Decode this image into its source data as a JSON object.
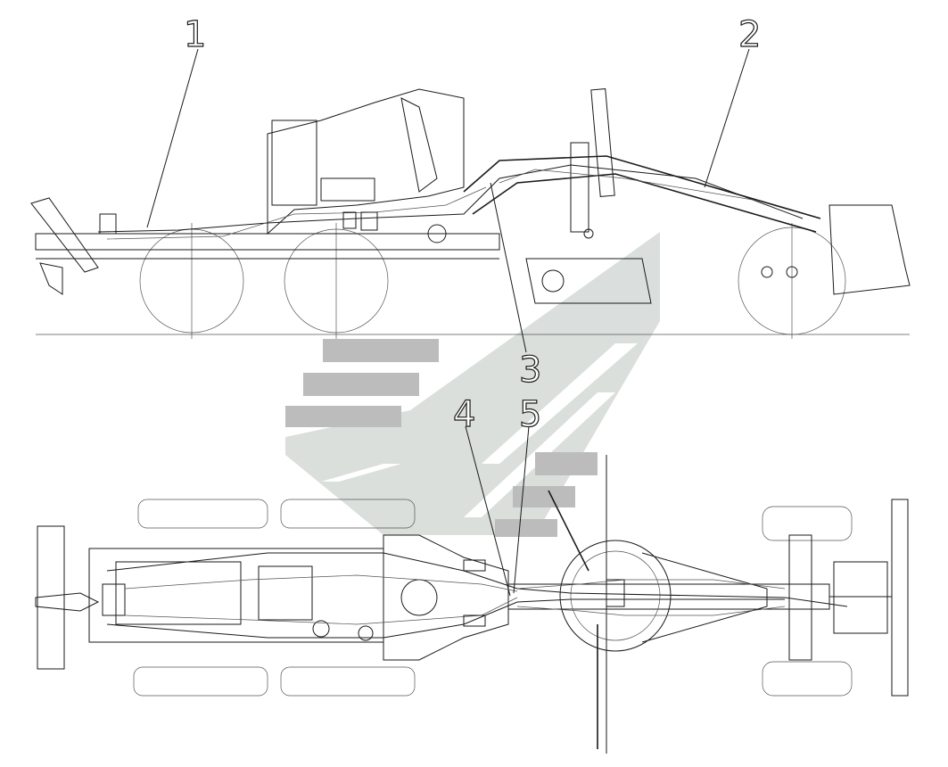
{
  "callouts": [
    {
      "id": "1",
      "label": "1"
    },
    {
      "id": "2",
      "label": "2"
    },
    {
      "id": "3",
      "label": "3"
    },
    {
      "id": "4",
      "label": "4"
    },
    {
      "id": "5",
      "label": "5"
    }
  ],
  "colors": {
    "line": "#1a1a1a",
    "watermark_dark": "#b5b5b5",
    "watermark_light": "#d6dcd9"
  }
}
